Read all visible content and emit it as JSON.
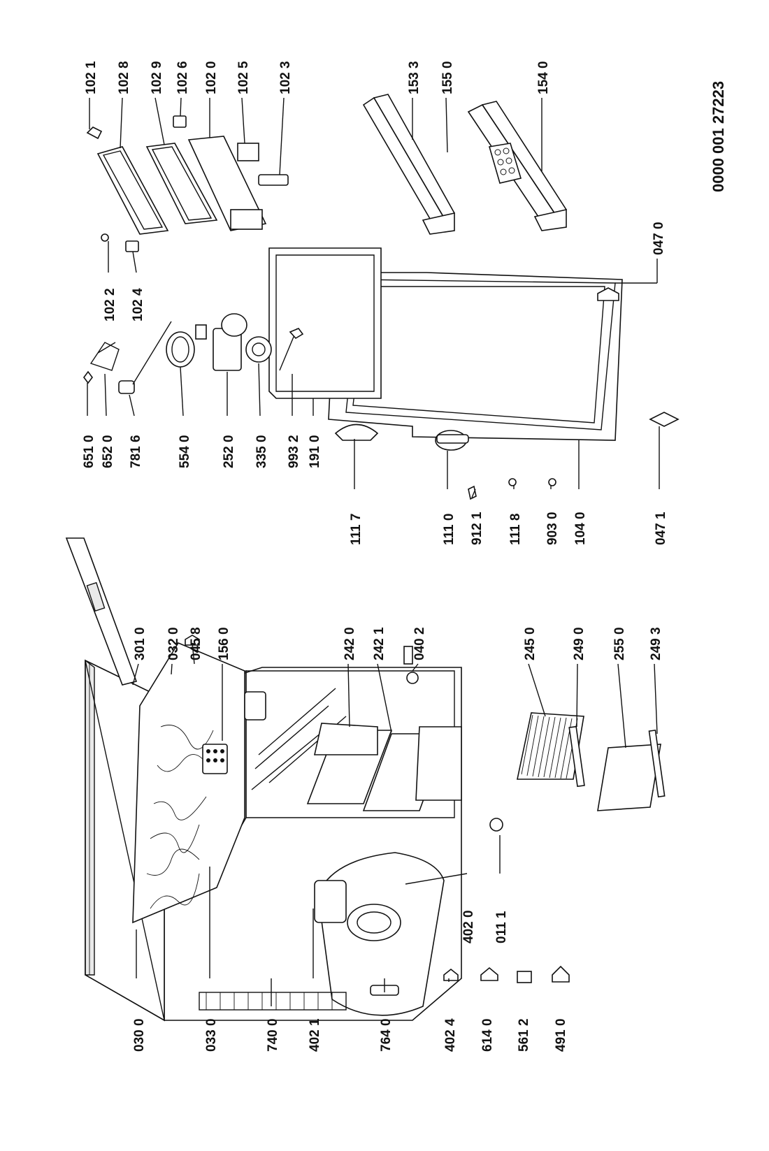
{
  "document_number": "0000 001 27223",
  "labels": {
    "p0300": "030 0",
    "p0330": "033 0",
    "p7400": "740 0",
    "p4021": "402 1",
    "p7640": "764 0",
    "p4024": "402 4",
    "p6140": "614 0",
    "p5612": "561 2",
    "p4910": "491 0",
    "p4020": "402 0",
    "p0111": "011 1",
    "p3010": "301 0",
    "p0320": "032 0",
    "p0458": "045 8",
    "p1560": "156 0",
    "p2420": "242 0",
    "p2421": "242 1",
    "p0402": "040 2",
    "p2450": "245 0",
    "p2490": "249 0",
    "p2550": "255 0",
    "p2493": "249 3",
    "p6510": "651 0",
    "p6520": "652 0",
    "p7816": "781 6",
    "p5540": "554 0",
    "p2520": "252 0",
    "p3350": "335 0",
    "p9932": "993 2",
    "p1910": "191 0",
    "p1117": "111 7",
    "p1110": "111 0",
    "p9121": "912 1",
    "p1118": "111 8",
    "p9030": "903 0",
    "p1040": "104 0",
    "p0471": "047 1",
    "p1022": "102 2",
    "p1024": "102 4",
    "p1021": "102 1",
    "p1028": "102 8",
    "p1029": "102 9",
    "p1026": "102 6",
    "p1020": "102 0",
    "p1025": "102 5",
    "p1023": "102 3",
    "p1533": "153 3",
    "p1550": "155 0",
    "p1540": "154 0",
    "p0470": "047 0"
  }
}
